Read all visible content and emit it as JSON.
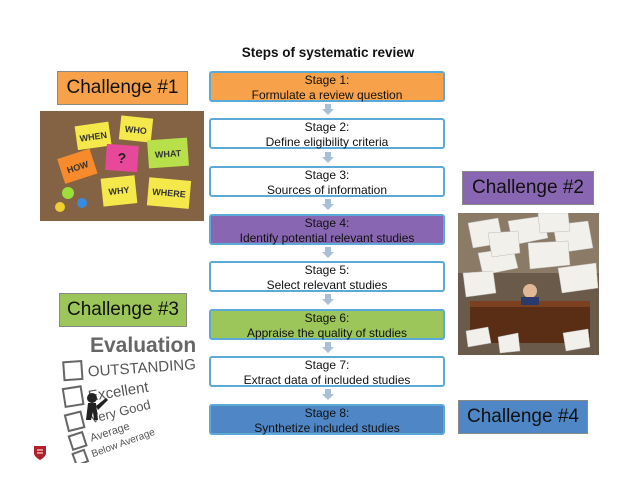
{
  "title": "Steps of systematic review",
  "stages": [
    {
      "line1": "Stage 1:",
      "line2": "Formulate a review question"
    },
    {
      "line1": "Stage 2:",
      "line2": "Define eligibility criteria"
    },
    {
      "line1": "Stage 3:",
      "line2": "Sources of information"
    },
    {
      "line1": "Stage 4:",
      "line2": "Identify potential relevant studies"
    },
    {
      "line1": "Stage 5:",
      "line2": "Select relevant studies"
    },
    {
      "line1": "Stage 6:",
      "line2": "Appraise the quality of studies"
    },
    {
      "line1": "Stage 7:",
      "line2": "Extract data of included studies"
    },
    {
      "line1": "Stage 8:",
      "line2": "Synthetize included studies"
    }
  ],
  "challenges": {
    "c1": "Challenge #1",
    "c2": "Challenge #2",
    "c3": "Challenge #3",
    "c4": "Challenge #4"
  },
  "sticky_notes": [
    "WHEN",
    "WHO",
    "HOW",
    "WHAT",
    "WHY",
    "WHERE",
    "?"
  ],
  "evaluation_image": {
    "heading": "Evaluation",
    "items": [
      "OUTSTANDING",
      "Excellent",
      "Very Good",
      "Average",
      "Below Average"
    ]
  },
  "colors": {
    "stage_border": "#5aa9d6",
    "orange": "#f7a24a",
    "purple": "#8966b2",
    "green": "#9cc55a",
    "blue": "#4f86c6"
  }
}
